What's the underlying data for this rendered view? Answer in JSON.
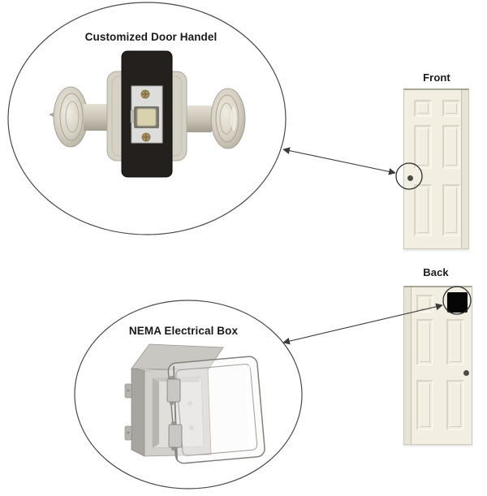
{
  "figure": {
    "callout_door_handle": {
      "label": "Customized Door Handel",
      "item": "customized-door-handle"
    },
    "callout_nema_box": {
      "label": "NEMA Electrical Box",
      "item": "nema-electrical-box"
    },
    "door_front": {
      "label": "Front",
      "feature": "door-knob-location"
    },
    "door_back": {
      "label": "Back",
      "feature": "electrical-box-cutout"
    },
    "colors": {
      "outline": "#3a3a3a",
      "door_face": "#f2eee1",
      "door_edge": "#e7e3d5",
      "panel_shadow": "#d9d5c5",
      "cutout_black": "#060606",
      "handle_plate_black": "#23201d",
      "knob_metal": "#d6d0c2",
      "latch_silver": "#dddddb",
      "box_gray": "#c9c7c2",
      "box_side_gray": "#a7a5a0",
      "box_interior": "#e1dfda"
    }
  }
}
